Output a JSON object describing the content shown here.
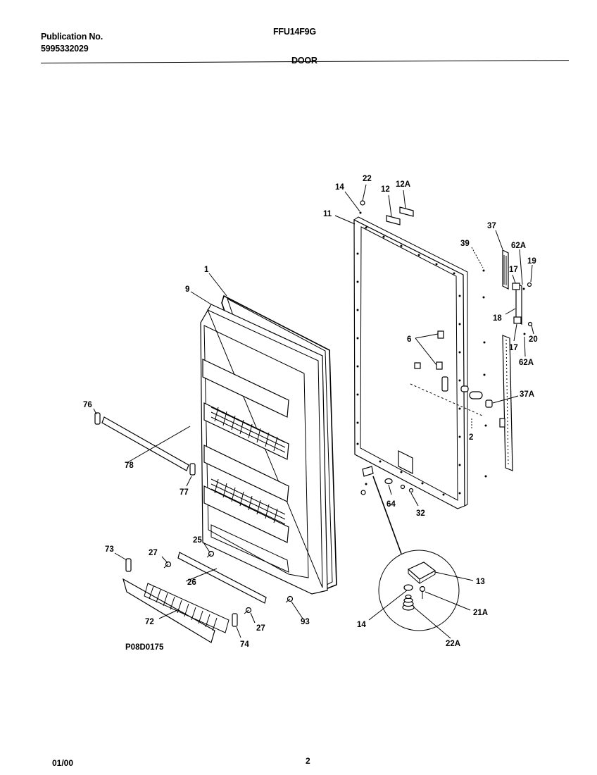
{
  "header": {
    "publication_label": "Publication No.",
    "publication_number": "5995332029",
    "model": "FFU14F9G",
    "section_title": "DOOR"
  },
  "footer": {
    "date": "01/00",
    "page": "2"
  },
  "diagram": {
    "code": "P08D0175",
    "callouts": {
      "c1": "1",
      "c9": "9",
      "c76": "76",
      "c78": "78",
      "c77": "77",
      "c73": "73",
      "c27a": "27",
      "c25": "25",
      "c26": "26",
      "c72": "72",
      "c74": "74",
      "c27b": "27",
      "c93": "93",
      "c14a": "14",
      "c22": "22",
      "c12": "12",
      "c12a": "12A",
      "c11": "11",
      "c37": "37",
      "c39": "39",
      "c62a1": "62A",
      "c17a": "17",
      "c19": "19",
      "c18": "18",
      "c17b": "17",
      "c20": "20",
      "c62a2": "62A",
      "c6": "6",
      "c37a": "37A",
      "c2": "2",
      "c64": "64",
      "c32": "32",
      "c13": "13",
      "c21a": "21A",
      "c14b": "14",
      "c22a": "22A"
    }
  }
}
